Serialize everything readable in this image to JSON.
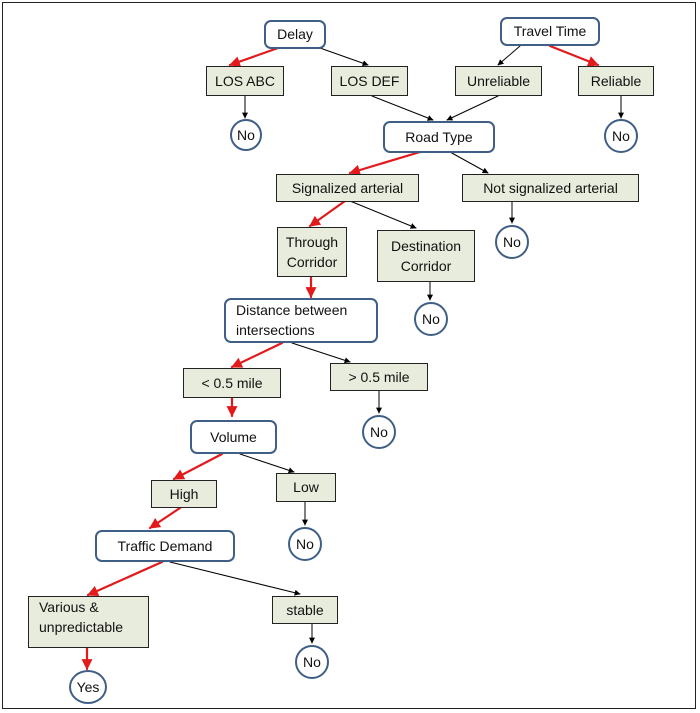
{
  "nodes": {
    "delay": "Delay",
    "travel_time": "Travel Time",
    "los_abc": "LOS ABC",
    "los_def": "LOS DEF",
    "unreliable": "Unreliable",
    "reliable": "Reliable",
    "no_los_abc": "No",
    "no_reliable": "No",
    "road_type": "Road Type",
    "signalized": "Signalized arterial",
    "not_signalized": "Not signalized arterial",
    "through_line1": "Through",
    "through_line2": "Corridor",
    "destination_line1": "Destination",
    "destination_line2": "Corridor",
    "no_not_signalized": "No",
    "no_destination": "No",
    "distance_line1": "Distance between",
    "distance_line2": "intersections",
    "lt_half_mile": "< 0.5 mile",
    "gt_half_mile": "> 0.5 mile",
    "no_gt_half_mile": "No",
    "volume": "Volume",
    "high": "High",
    "low": "Low",
    "no_low": "No",
    "traffic_demand": "Traffic Demand",
    "various_line1": "Various &",
    "various_line2": "unpredictable",
    "stable": "stable",
    "no_stable": "No",
    "yes": "Yes"
  },
  "colors": {
    "selected_path": "#e31a1c",
    "other_path": "#000000",
    "question_border": "#3f5f86",
    "answer_fill": "#e8ecdc"
  }
}
